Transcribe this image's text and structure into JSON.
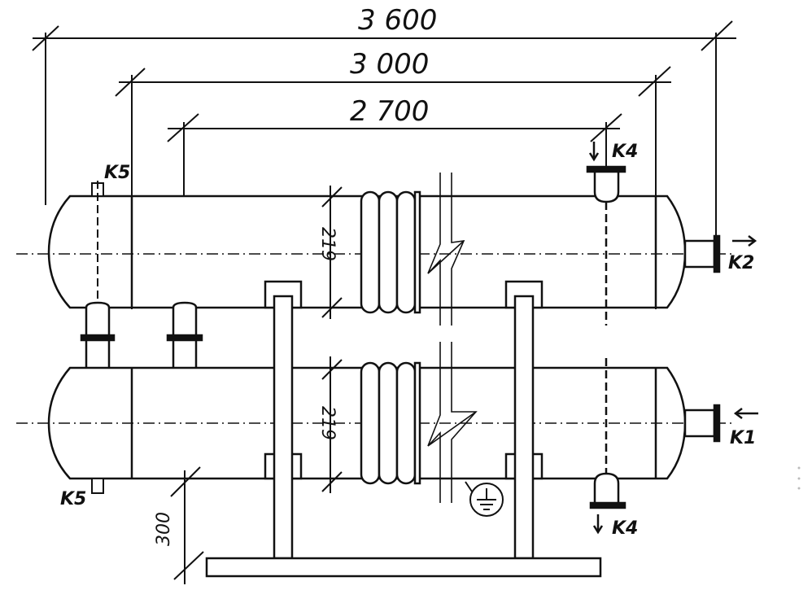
{
  "dimensions": {
    "overall_length": "3 600",
    "vessel_length": "3 000",
    "body_length": "2 700",
    "diameter_upper": "219",
    "diameter_lower": "219",
    "support_height": "300"
  },
  "connections": {
    "k1": "K1",
    "k2": "K2",
    "k4_top": "K4",
    "k4_bottom": "K4",
    "k5_top": "K5",
    "k5_bottom": "K5"
  },
  "colors": {
    "line": "#111111",
    "background": "#ffffff"
  }
}
